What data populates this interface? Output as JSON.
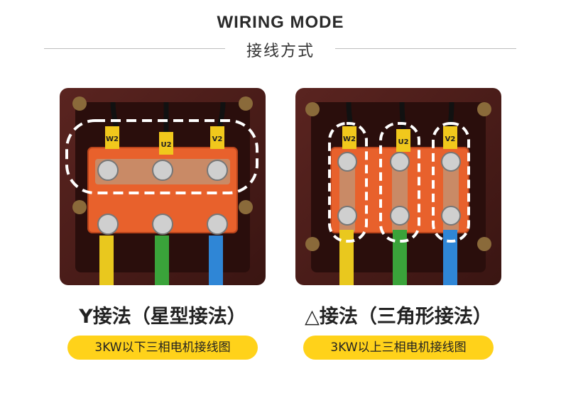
{
  "header": {
    "title_en": "WIRING MODE",
    "title_zh": "接线方式"
  },
  "panels": [
    {
      "caption": "Y接法（星型接法）",
      "badge": "3KW以下三相电机接线图",
      "terminal_labels": [
        "W2",
        "U2",
        "V2"
      ]
    },
    {
      "caption": "△接法（三角形接法）",
      "badge": "3KW以上三相电机接线图",
      "terminal_labels": [
        "W2",
        "U2",
        "V2"
      ]
    }
  ],
  "colors": {
    "badge": "#ffd21a",
    "terminal_block": "#e8612c",
    "wire_yellow": "#e9c81e",
    "wire_green": "#3aa33a",
    "wire_blue": "#2f86d6",
    "housing": "#4a1c18"
  }
}
